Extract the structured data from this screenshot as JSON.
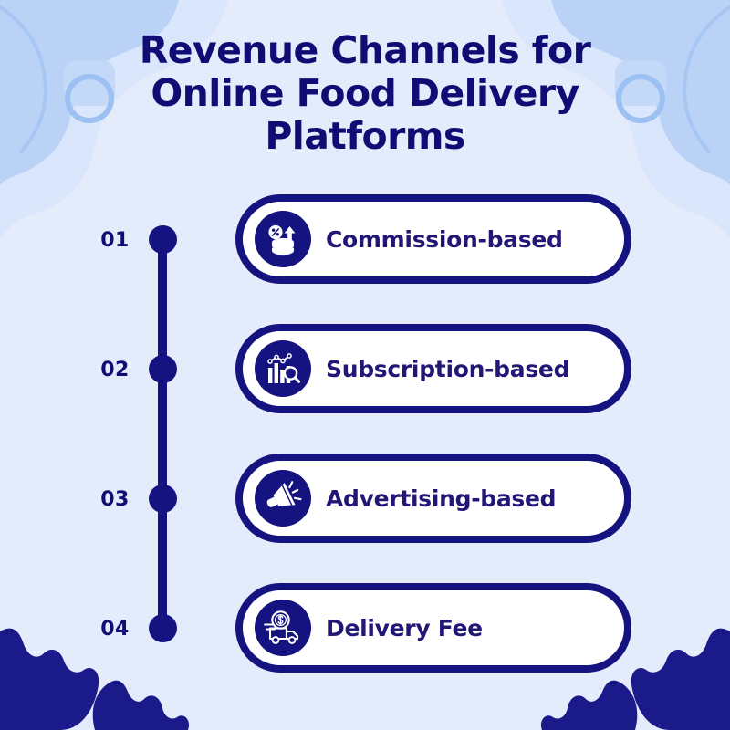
{
  "title": {
    "lines": [
      "Revenue Channels for",
      "Online Food Delivery",
      "Platforms"
    ]
  },
  "colors": {
    "background": "#e4ebfb",
    "navy": "#151380",
    "title_text": "#100c73",
    "label_text": "#231776",
    "pill_fill": "#ffffff",
    "deco_light_blue": "#bcd4f7",
    "deco_pale_blue": "#d4e3fb",
    "deco_leaf_navy": "#1b1a8a"
  },
  "items": [
    {
      "number": "01",
      "label": "Commission-based",
      "icon": "coins-percent-arrow-icon"
    },
    {
      "number": "02",
      "label": "Subscription-based",
      "icon": "bar-chart-magnifier-icon"
    },
    {
      "number": "03",
      "label": "Advertising-based",
      "icon": "megaphone-icon"
    },
    {
      "number": "04",
      "label": "Delivery Fee",
      "icon": "delivery-truck-dollar-icon"
    }
  ]
}
